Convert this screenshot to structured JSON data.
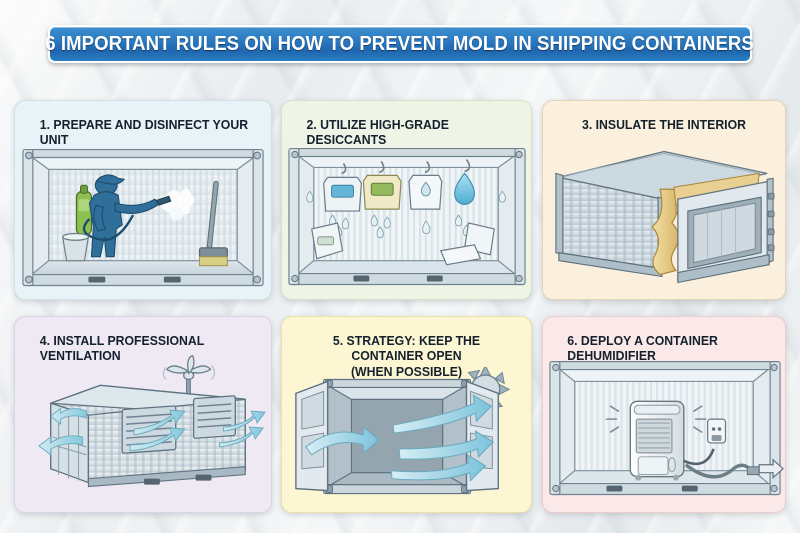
{
  "header": {
    "title": "6 IMPORTANT RULES ON HOW TO PREVENT MOLD IN SHIPPING CONTAINERS",
    "banner_color": "#2b79c0",
    "banner_text_color": "#ffffff"
  },
  "cards": [
    {
      "number": "1",
      "title": "1. PREPARE AND DISINFECT YOUR UNIT",
      "title_align": "left",
      "background_color": "#e7f3f7",
      "illustration": "container-interior-worker-spraying-disinfectant-with-backpack-sprayer-bucket-and-broom"
    },
    {
      "number": "2",
      "title": "2. UTILIZE HIGH-GRADE DESICCANTS",
      "title_align": "left",
      "background_color": "#eef5e6",
      "illustration": "container-interior-hanging-desiccant-bags-absorbing-moisture-droplets"
    },
    {
      "number": "3",
      "title": "3. INSULATE THE INTERIOR",
      "title_align": "center",
      "background_color": "#fbf0de",
      "illustration": "container-cutaway-showing-yellow-insulation-layer-inside-steel-walls"
    },
    {
      "number": "4",
      "title": "4. INSTALL PROFESSIONAL VENTILATION",
      "title_align": "left",
      "background_color": "#efe9f4",
      "illustration": "container-exterior-with-louvered-vents-roof-turbine-and-airflow-arrows"
    },
    {
      "number": "5",
      "title": "5. STRATEGY: KEEP THE CONTAINER OPEN\n(WHEN POSSIBLE)",
      "title_align": "center",
      "background_color": "#fcf6d2",
      "illustration": "container-with-open-doors-airflow-arrows-and-sun"
    },
    {
      "number": "6",
      "title": "6. DEPLOY A CONTAINER DEHUMIDIFIER",
      "title_align": "left",
      "background_color": "#fbe9e9",
      "illustration": "container-interior-with-dehumidifier-unit-power-outlet-and-drain-hose"
    }
  ],
  "palette": {
    "steel_light": "#dfe6ea",
    "steel_mid": "#b8c4cc",
    "steel_dark": "#7d8d98",
    "outline": "#5d6f7c",
    "worker_blue": "#2f6f99",
    "airflow_blue": "#9fd4e3",
    "insulation_yellow": "#e8c878",
    "droplet_blue": "#6fc2e0",
    "sprayer_green": "#7fa84a"
  }
}
